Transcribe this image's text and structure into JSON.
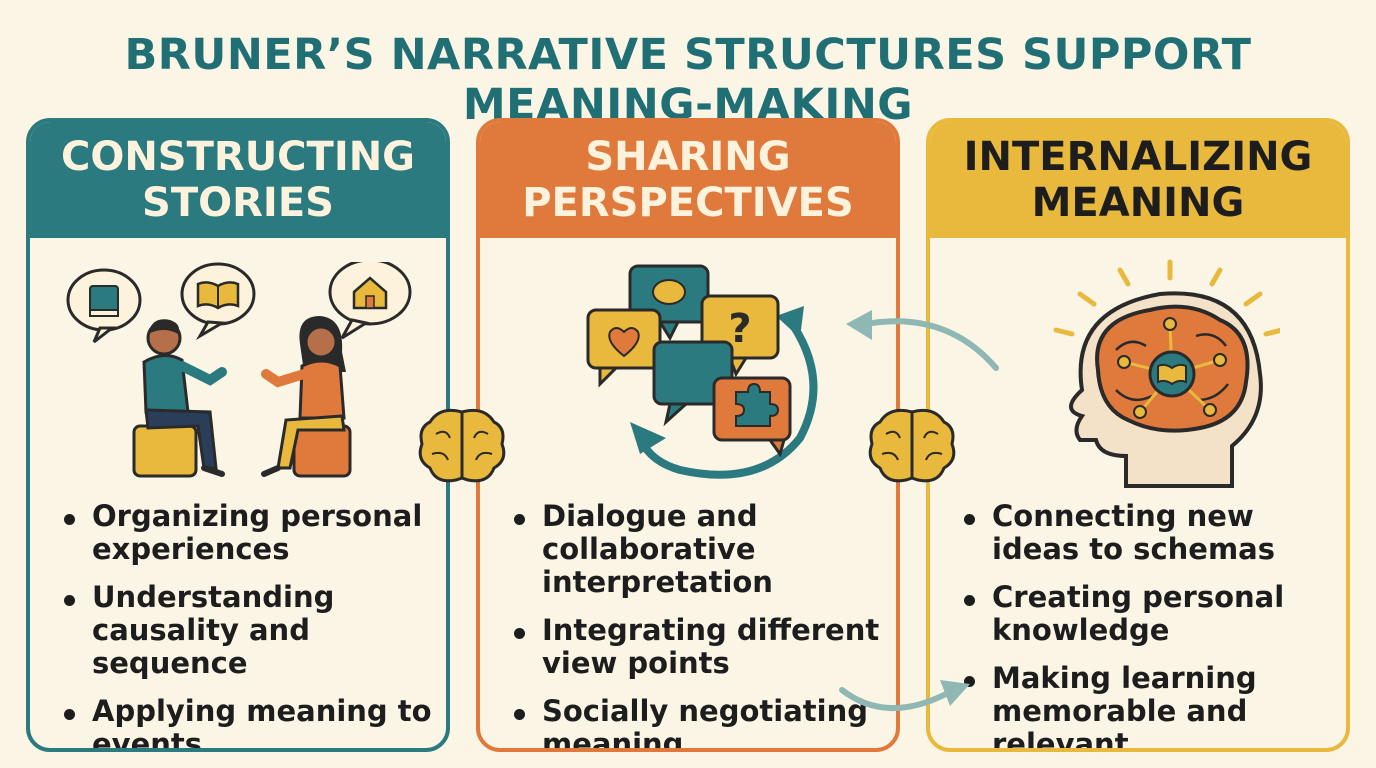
{
  "title": "BRUNER’S NARRATIVE STRUCTURES SUPPORT MEANING-MAKING",
  "panels": [
    {
      "heading_line1": "CONSTRUCTING",
      "heading_line2": "STORIES",
      "bullets": [
        "Organizing personal experiences",
        "Understanding causality and sequence",
        "Applying meaning to events"
      ]
    },
    {
      "heading_line1": "SHARING",
      "heading_line2": "PERSPECTIVES",
      "bullets": [
        "Dialogue and collaborative interpretation",
        "Integrating different view points",
        "Socially negotiating meaning"
      ]
    },
    {
      "heading_line1": "INTERNALIZING",
      "heading_line2": "MEANING",
      "bullets": [
        "Connecting new ideas to schemas",
        "Creating personal knowledge",
        "Making learning memorable and relevant"
      ]
    }
  ],
  "colors": {
    "teal": "#2b7a80",
    "orange": "#e07a3c",
    "yellow": "#e8b93c",
    "background": "#fbf5e6"
  },
  "icons": [
    "book-icon",
    "open-book-icon",
    "house-icon",
    "heart-icon",
    "question-icon",
    "puzzle-icon",
    "brain-icon",
    "head-brain-icon",
    "cycle-arrows-icon"
  ]
}
